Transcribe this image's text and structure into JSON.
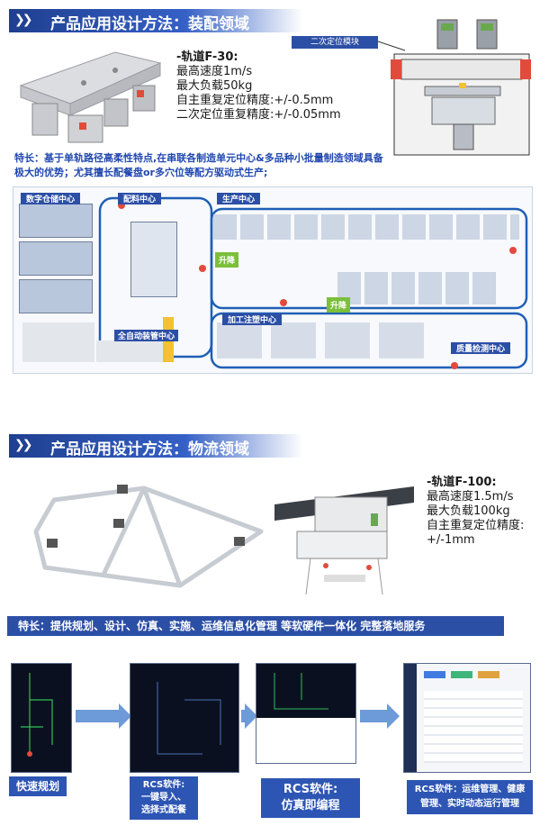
{
  "section1": {
    "header": "产品应用设计方法：装配领域",
    "spec": {
      "name": "-轨道F-30:",
      "lines": [
        "最高速度1m/s",
        "最大负载50kg",
        "自主重复定位精度:+/-0.5mm",
        "二次定位重复精度:+/-0.05mm"
      ]
    },
    "module_label": "二次定位模块",
    "feature_lines": [
      "特长：基于单轨路径高柔性特点,在串联各制造单元中心&多品种小批量制造领域具备",
      "极大的优势；尤其擅长配餐盘or多穴位等配方驱动式生产;"
    ],
    "layout": {
      "zone_digital": "数字仓储中心",
      "zone_dispatch": "配料中心",
      "zone_production": "生产中心",
      "zone_auto": "全自动装管中心",
      "zone_process": "加工注塑中心",
      "zone_inspect": "质量检测中心",
      "lift1": "升降",
      "lift2": "升降"
    }
  },
  "section2": {
    "header": "产品应用设计方法：物流领域",
    "spec": {
      "name": "-轨道F-100:",
      "lines": [
        "最高速度1.5m/s",
        "最大负载100kg",
        "自主重复定位精度:",
        "+/-1mm"
      ]
    },
    "feature": "特长：提供规划、设计、仿真、实施、运维信息化管理 等软硬件一体化 完整落地服务",
    "steps": [
      {
        "caption": "快速规划"
      },
      {
        "caption1": "RCS软件:",
        "caption2": "一键导入、",
        "caption3": "选择式配餐"
      },
      {
        "caption1": "RCS软件:",
        "caption2": "仿真即编程"
      },
      {
        "caption1": "RCS软件：运维管理、健康",
        "caption2": "管理、实时动态运行管理"
      }
    ]
  },
  "colors": {
    "brand_blue": "#2c4fa6",
    "feature_blue": "#2148b0",
    "rail_blue": "#1f5fb5",
    "lift_green": "#7bbf3a",
    "dispatch_yellow": "#f2c230"
  }
}
